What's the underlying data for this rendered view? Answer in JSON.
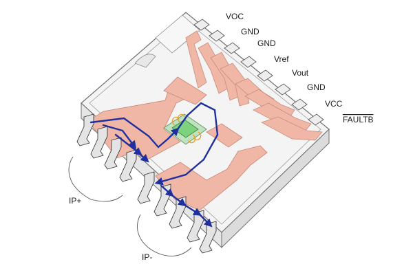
{
  "diagram": {
    "pins_right": [
      {
        "label": "VOC"
      },
      {
        "label": "GND"
      },
      {
        "label": "GND"
      },
      {
        "label": "Vref"
      },
      {
        "label": "Vout"
      },
      {
        "label": "GND"
      },
      {
        "label": "VCC"
      },
      {
        "label": "FAULTB",
        "overline": true
      }
    ],
    "pin_groups_left": [
      {
        "label": "IP+"
      },
      {
        "label": "IP-"
      }
    ],
    "colors": {
      "copper": "#f0b6a6",
      "copper_edge": "#c98c7c",
      "body_fill": "#f2f2f2",
      "body_edge": "#7a7a7a",
      "lead_fill": "#e4e4e4",
      "current_path": "#1f2f9e",
      "die": "#7ed27e",
      "bond_wire": "#e7a12b"
    }
  }
}
